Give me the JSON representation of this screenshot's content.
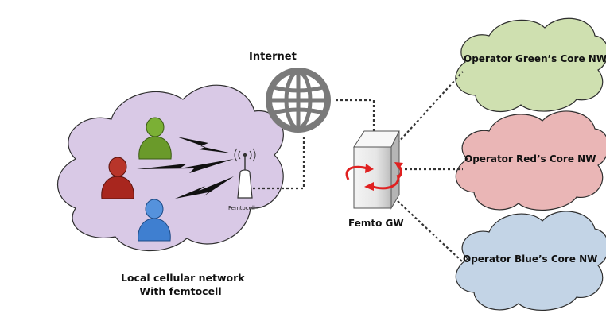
{
  "labels": {
    "internet": "Internet",
    "femto_gw": "Femto GW",
    "femtocell": "Femtocell",
    "local_network_line1": "Local cellular network",
    "local_network_line2": "With femtocell",
    "operator_green": "Operator Green’s Core NW",
    "operator_red": "Operator Red’s Core NW",
    "operator_blue": "Operator Blue’s Core NW"
  },
  "icons": {
    "internet": "globe-icon",
    "gateway": "server-tower-icon",
    "femtocell": "antenna-icon",
    "users": [
      "user-green-icon",
      "user-red-icon",
      "user-blue-icon"
    ],
    "links": "lightning-bolt-icon"
  },
  "colors": {
    "local_cloud": "#d9c9e6",
    "green_cloud": "#cfe0b0",
    "red_cloud": "#eab6b6",
    "blue_cloud": "#c3d4e6",
    "user_green": "#6a9a2a",
    "user_red": "#a8261e",
    "user_blue": "#3f7fd0",
    "arrow": "#e02020"
  }
}
